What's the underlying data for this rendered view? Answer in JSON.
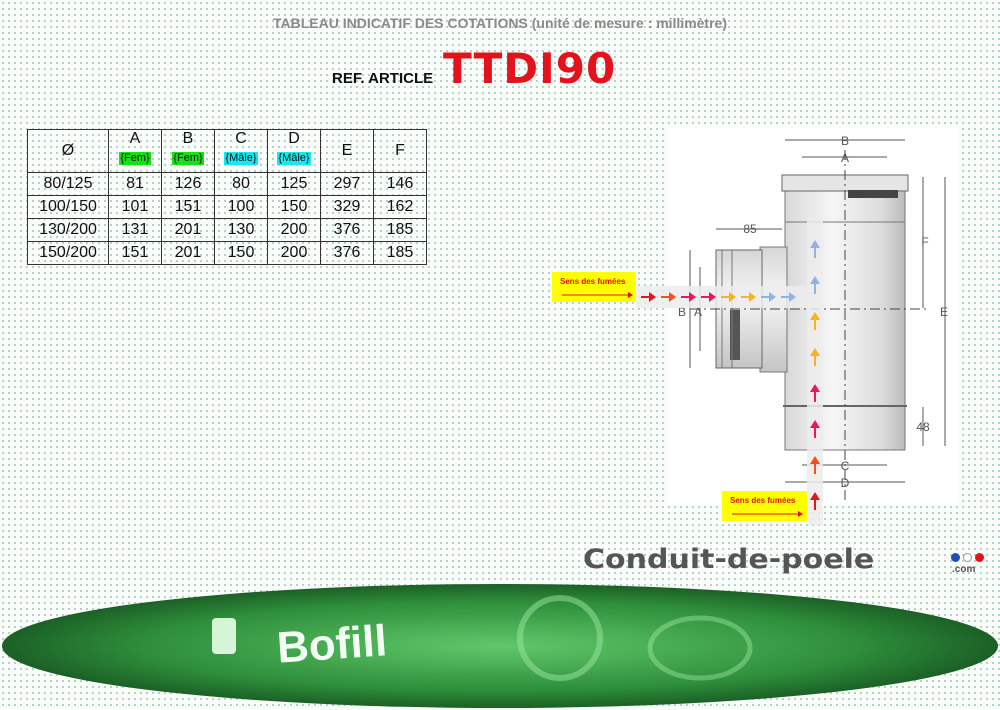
{
  "header": {
    "title": "TABLEAU INDICATIF DES COTATIONS (unité de mesure : millimètre)",
    "ref_label": "REF. ARTICLE",
    "ref_code": "TTDI90"
  },
  "table": {
    "columns": [
      {
        "label": "Ø",
        "tag": ""
      },
      {
        "label": "A",
        "tag": "{Fem}"
      },
      {
        "label": "B",
        "tag": "{Fem}"
      },
      {
        "label": "C",
        "tag": "{Mâle}"
      },
      {
        "label": "D",
        "tag": "{Mâle}"
      },
      {
        "label": "E",
        "tag": ""
      },
      {
        "label": "F",
        "tag": ""
      }
    ],
    "rows": [
      [
        "80/125",
        "81",
        "126",
        "80",
        "125",
        "297",
        "146"
      ],
      [
        "100/150",
        "101",
        "151",
        "100",
        "150",
        "329",
        "162"
      ],
      [
        "130/200",
        "131",
        "201",
        "130",
        "200",
        "376",
        "185"
      ],
      [
        "150/200",
        "151",
        "201",
        "150",
        "200",
        "376",
        "185"
      ]
    ]
  },
  "diagram": {
    "labels": {
      "b_top": "B",
      "a_top": "A",
      "dim_85": "85",
      "f": "F",
      "e": "E",
      "b_left": "B",
      "a_left": "A",
      "dim_48": "48",
      "c": "C",
      "d": "D"
    },
    "flow_label_1": "Sens des fumées",
    "flow_label_2": "Sens des fumées",
    "arrow_colors": [
      "#e8141c",
      "#f2501e",
      "#ee1464",
      "#ee1464",
      "#f7b21c",
      "#f7b21c",
      "#8fb4e3",
      "#8fb4e3"
    ]
  },
  "footer": {
    "logo": "Conduit-de-poele",
    "logo_suffix": ".com",
    "brand": "Bofill"
  }
}
